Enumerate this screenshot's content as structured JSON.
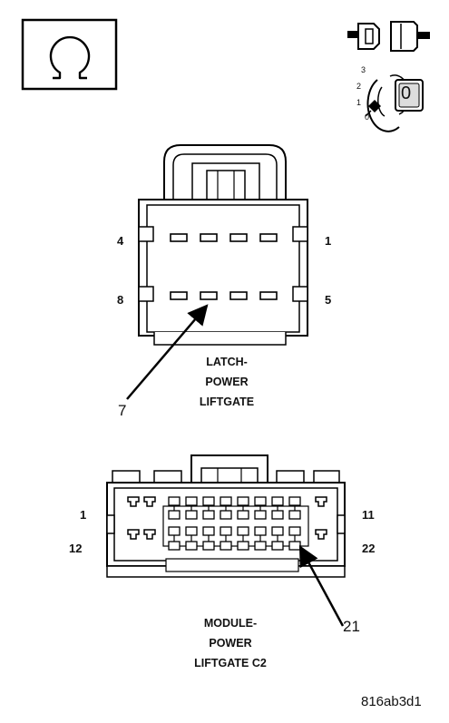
{
  "header_icons": {
    "ohmmeter": "ohm-symbol-icon",
    "disconnect": "connector-disconnect-icon",
    "ignition": "ignition-key-off-icon",
    "ignition_positions": [
      "3",
      "2",
      "1",
      "0"
    ],
    "ignition_key_label": "0"
  },
  "latch_connector": {
    "caption": [
      "LATCH-",
      "POWER",
      "LIFTGATE"
    ],
    "pin_labels": {
      "top_left": "4",
      "top_right": "1",
      "bottom_left": "8",
      "bottom_right": "5"
    },
    "callout": "7"
  },
  "module_connector": {
    "caption": [
      "MODULE-",
      "POWER",
      "LIFTGATE C2"
    ],
    "pin_labels": {
      "top_left": "1",
      "top_right": "11",
      "bottom_left": "12",
      "bottom_right": "22"
    },
    "callout": "21"
  },
  "figure_id": "816ab3d1"
}
